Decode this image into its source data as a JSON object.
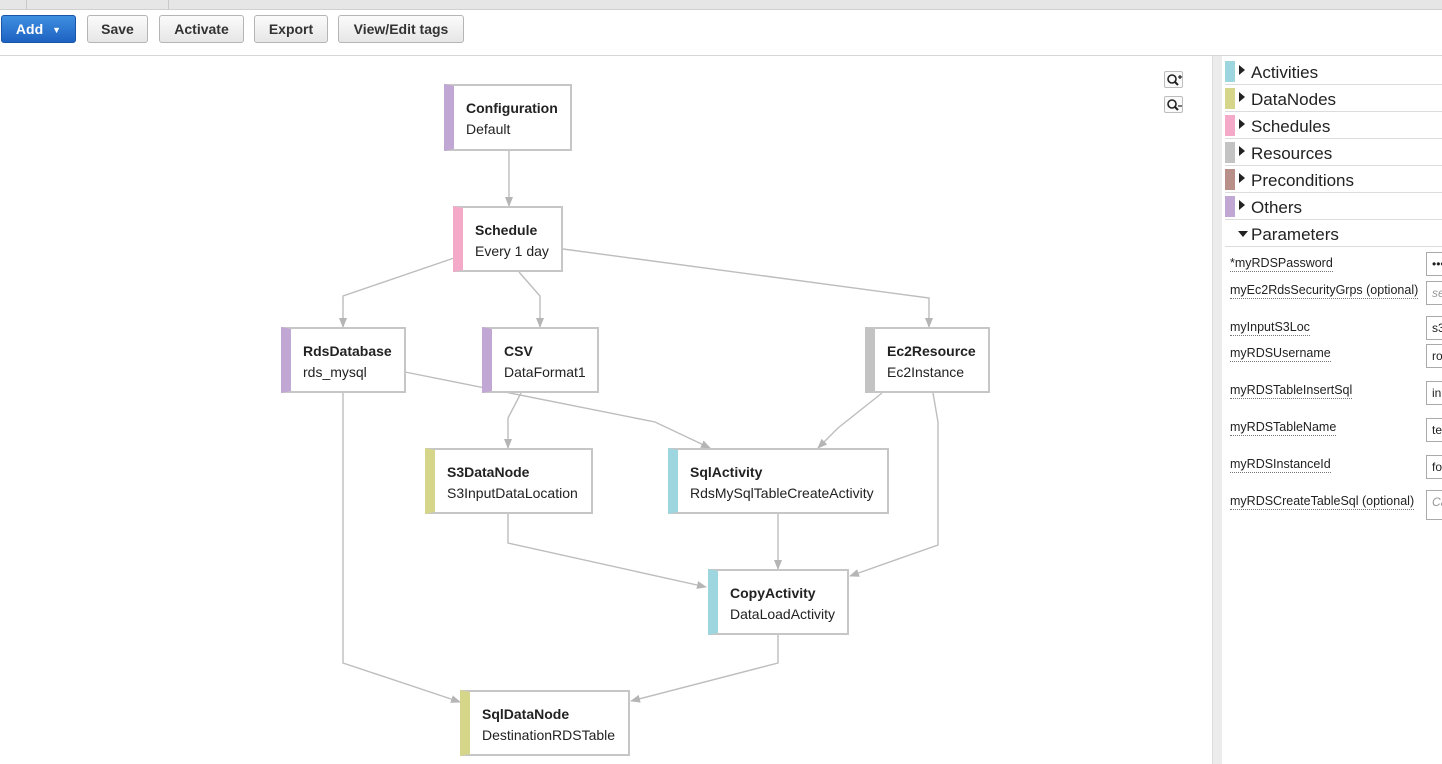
{
  "toolbar": {
    "add_label": "Add",
    "save_label": "Save",
    "activate_label": "Activate",
    "export_label": "Export",
    "tags_label": "View/Edit tags"
  },
  "graph": {
    "nodes": {
      "configuration": {
        "title": "Configuration",
        "subtitle": "Default",
        "color": "#c0a7d4"
      },
      "schedule": {
        "title": "Schedule",
        "subtitle": "Every 1 day",
        "color": "#f4a9c9"
      },
      "rdsdatabase": {
        "title": "RdsDatabase",
        "subtitle": "rds_mysql",
        "color": "#c0a7d4"
      },
      "csv": {
        "title": "CSV",
        "subtitle": "DataFormat1",
        "color": "#c0a7d4"
      },
      "ec2resource": {
        "title": "Ec2Resource",
        "subtitle": "Ec2Instance",
        "color": "#c3c3c3"
      },
      "s3datanode": {
        "title": "S3DataNode",
        "subtitle": "S3InputDataLocation",
        "color": "#d6d68a"
      },
      "sqlactivity": {
        "title": "SqlActivity",
        "subtitle": "RdsMySqlTableCreateActivity",
        "color": "#9ed6e0"
      },
      "copyactivity": {
        "title": "CopyActivity",
        "subtitle": "DataLoadActivity",
        "color": "#9ed6e0"
      },
      "sqldatanode": {
        "title": "SqlDataNode",
        "subtitle": "DestinationRDSTable",
        "color": "#d6d68a"
      }
    }
  },
  "sidebar": {
    "categories": [
      {
        "label": "Activities",
        "color": "#9ed6e0"
      },
      {
        "label": "DataNodes",
        "color": "#d6d68a"
      },
      {
        "label": "Schedules",
        "color": "#f4a9c9"
      },
      {
        "label": "Resources",
        "color": "#c3c3c3"
      },
      {
        "label": "Preconditions",
        "color": "#b99089"
      },
      {
        "label": "Others",
        "color": "#c0a7d4"
      },
      {
        "label": "Parameters",
        "color": ""
      }
    ],
    "params": [
      {
        "label": "*myRDSPassword",
        "value": "•••",
        "placeholder": ""
      },
      {
        "label": "myEc2RdsSecurityGrps (optional)",
        "value": "",
        "placeholder": "se"
      },
      {
        "label": "myInputS3Loc",
        "value": "s3",
        "placeholder": ""
      },
      {
        "label": "myRDSUsername",
        "value": "ro",
        "placeholder": ""
      },
      {
        "label": "myRDSTableInsertSql",
        "value": "in",
        "placeholder": ""
      },
      {
        "label": "myRDSTableName",
        "value": "te",
        "placeholder": ""
      },
      {
        "label": "myRDSInstanceId",
        "value": "fo",
        "placeholder": ""
      },
      {
        "label": "myRDSCreateTableSql (optional)",
        "value": "",
        "placeholder": "Ca"
      }
    ]
  }
}
